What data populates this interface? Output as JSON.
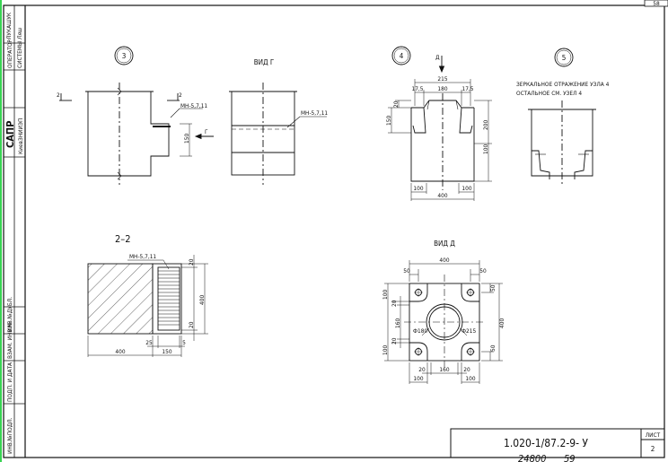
{
  "page_number": "58",
  "left_strip": {
    "signature_label": "ЛУКАШУК",
    "operator_label": "ОПЕРАТОР",
    "system_label": "СИСТЕМЫ",
    "sapr_label": "САПР",
    "institute_label": "КиевЗНИИЭП",
    "inv_dubl": "ИНВ.№ДУБЛ.",
    "vzam_inv": "ВЗАМ. ИНВ.№",
    "podp_data": "ПОДП. И ДАТА",
    "inv_podl": "ИНВ.№ПОДЛ."
  },
  "node3": {
    "num": "3",
    "section_mark_left": "2",
    "section_mark_right": "2",
    "callout": "МН-5,7,11",
    "dim_150": "150",
    "arrow_label": "Г"
  },
  "view_g": {
    "title": "ВИД Г",
    "callout": "МН-5,7,11"
  },
  "node4": {
    "num": "4",
    "arrow_label": "Д",
    "dims": {
      "d215": "215",
      "d17a": "17,5",
      "d180": "180",
      "d17b": "17,5",
      "d20": "20",
      "d150": "150",
      "d200": "200",
      "d100v": "100",
      "d100a": "100",
      "d100b": "100",
      "d400": "400"
    }
  },
  "node5": {
    "num": "5",
    "note_line1": "ЗЕРКАЛЬНОЕ ОТРАЖЕНИЕ УЗЛА 4",
    "note_line2": "ОСТАЛЬНОЕ СМ. УЗЕЛ 4"
  },
  "section22": {
    "title": "2–2",
    "callout": "МН-5,7,11",
    "dims": {
      "d20top": "20",
      "d400": "400",
      "d20bot": "20",
      "d25": "25",
      "d5": "5",
      "d400h": "400",
      "d150h": "150"
    }
  },
  "view_d": {
    "title": "ВИД Д",
    "dims": {
      "top400": "400",
      "top50a": "50",
      "top50b": "50",
      "r50a": "50",
      "r400": "400",
      "r50b": "50",
      "l100a": "100",
      "l20a": "20",
      "l160": "160",
      "l20b": "20",
      "l100b": "100",
      "phi180": "Ф180",
      "phi215": "Ф215",
      "b20a": "20",
      "b160": "160",
      "b20b": "20",
      "b100a": "100",
      "b100b": "100"
    }
  },
  "title_block": {
    "designation": "1.020-1/87.2-9- У",
    "sheet_label": "ЛИСТ",
    "sheet_number": "2"
  },
  "footer": {
    "archive_number": "24800",
    "page": "59"
  }
}
